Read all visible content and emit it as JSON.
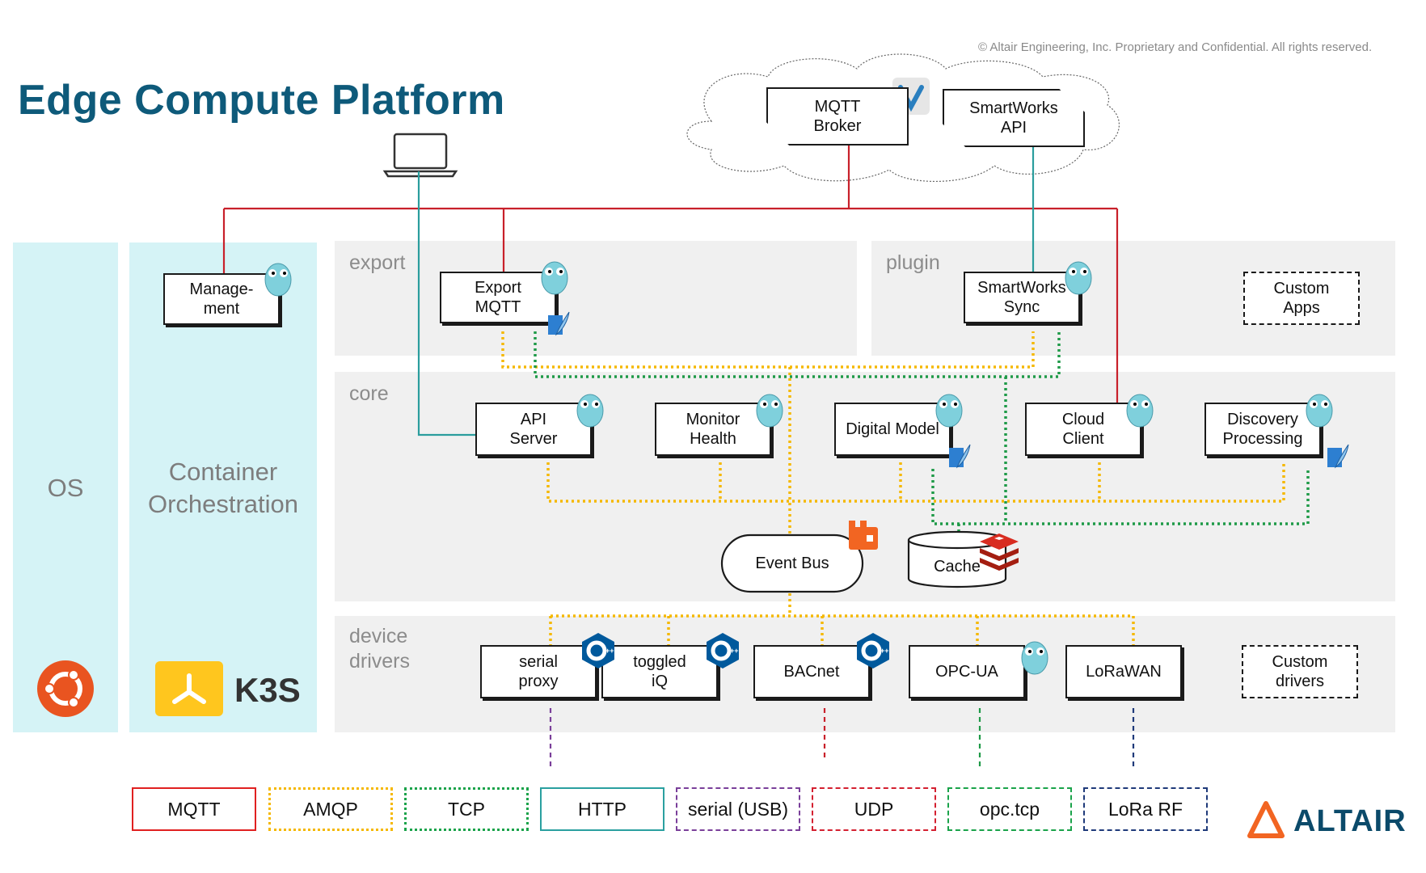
{
  "header": {
    "title": "Edge Compute Platform",
    "copyright": "© Altair Engineering, Inc. Proprietary and Confidential. All rights reserved."
  },
  "sidebars": {
    "os": "OS",
    "orchestration": "Container\nOrchestration",
    "k3s": "K3S"
  },
  "lanes": {
    "export": "export",
    "plugin": "plugin",
    "core": "core",
    "device": "device\ndrivers"
  },
  "cloud": {
    "mqtt_broker": "MQTT\nBroker",
    "smartworks_api": "SmartWorks\nAPI"
  },
  "services": {
    "management": "Manage-\nment",
    "export_mqtt": "Export\nMQTT",
    "smartworks_sync": "SmartWorks\nSync",
    "custom_apps": "Custom\nApps",
    "api_server": "API\nServer",
    "monitor_health": "Monitor\nHealth",
    "digital_model": "Digital Model",
    "cloud_client": "Cloud\nClient",
    "discovery_processing": "Discovery\nProcessing",
    "event_bus": "Event Bus",
    "cache": "Cache"
  },
  "drivers": {
    "serial_proxy": "serial\nproxy",
    "toggled_iq": "toggled\niQ",
    "bacnet": "BACnet",
    "opc_ua": "OPC-UA",
    "lorawan": "LoRaWAN",
    "custom_drivers": "Custom\ndrivers"
  },
  "legend": [
    {
      "label": "MQTT",
      "color": "#e02020",
      "style": "solid"
    },
    {
      "label": "AMQP",
      "color": "#f5b800",
      "style": "dotted"
    },
    {
      "label": "TCP",
      "color": "#1aa34a",
      "style": "dotted"
    },
    {
      "label": "HTTP",
      "color": "#2aa0a0",
      "style": "solid"
    },
    {
      "label": "serial (USB)",
      "color": "#7a3f9a",
      "style": "dashed"
    },
    {
      "label": "UDP",
      "color": "#d42030",
      "style": "dashed"
    },
    {
      "label": "opc.tcp",
      "color": "#1aa34a",
      "style": "dashed"
    },
    {
      "label": "LoRa RF",
      "color": "#1f3a7a",
      "style": "dashed"
    }
  ],
  "brand": {
    "logo": "ALTAIR",
    "colors": {
      "title": "#0e5a7a",
      "accent": "#f26522"
    }
  }
}
